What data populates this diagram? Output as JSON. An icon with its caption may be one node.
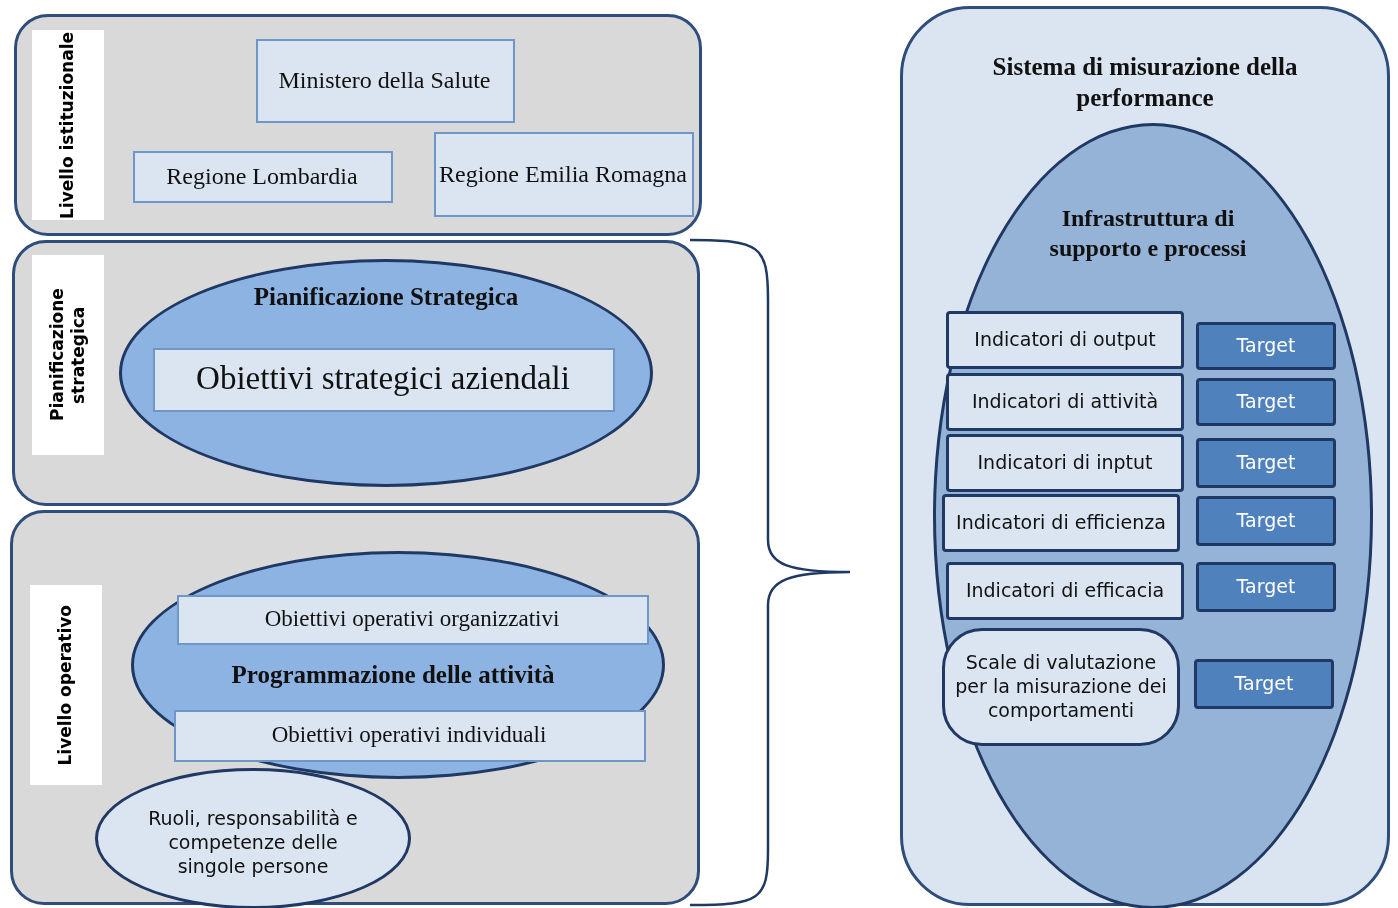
{
  "diagram": {
    "nodes": [
      {
        "text": [
          "Livello istituzionale"
        ]
      },
      {
        "text": [
          "Ministero della Salute"
        ],
        "in": 0
      },
      {
        "text": [
          "Regione Lombardia"
        ],
        "in": 0
      },
      {
        "text": [
          "Regione Emilia Romagna"
        ],
        "in": 0
      },
      {
        "text": [
          "Pianificazione strategica"
        ]
      },
      {
        "text": [
          "Pianificazione Strategica"
        ],
        "in": 4
      },
      {
        "text": [
          "Obiettivi strategici aziendali"
        ],
        "in": 5
      },
      {
        "text": [
          "Livello operativo"
        ]
      },
      {
        "text": [
          "Programmazione delle attività"
        ],
        "in": 7
      },
      {
        "text": [
          "Obiettivi operativi organizzativi"
        ],
        "in": 8
      },
      {
        "text": [
          "Obiettivi operativi individuali"
        ],
        "in": 8
      },
      {
        "text": [
          "Ruoli, responsabilità e competenze delle singole persone"
        ],
        "in": 7
      },
      {
        "text": [
          "Sistema di misurazione della performance"
        ]
      },
      {
        "text": [
          "Infrastruttura di supporto e processi"
        ],
        "in": 12
      },
      {
        "text": [
          "Indicatori di output"
        ],
        "in": 13
      },
      {
        "text": [
          "Indicatori di attività"
        ],
        "in": 13
      },
      {
        "text": [
          "Indicatori di inptut"
        ],
        "in": 13
      },
      {
        "text": [
          "Indicatori di efficienza"
        ],
        "in": 13
      },
      {
        "text": [
          "Indicatori di efficacia"
        ],
        "in": 13
      },
      {
        "text": [
          "Scale di valutazione per la misurazione dei comportamenti"
        ],
        "in": 13
      },
      {
        "text": [
          "Target"
        ],
        "in": 13
      },
      {
        "text": [
          "Target"
        ],
        "in": 13
      },
      {
        "text": [
          "Target"
        ],
        "in": 13
      },
      {
        "text": [
          "Target"
        ],
        "in": 13
      },
      {
        "text": [
          "Target"
        ],
        "in": 13
      },
      {
        "text": [
          "Target"
        ],
        "in": 13
      }
    ]
  }
}
